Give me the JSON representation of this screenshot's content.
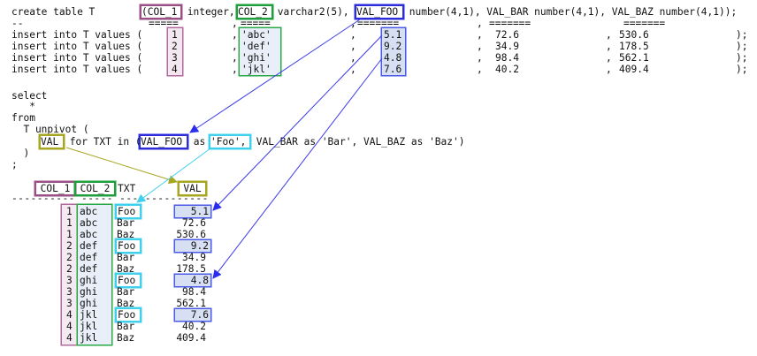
{
  "ddl": {
    "create_prefix": "create table T",
    "col1": "(COL_1",
    "col1_type": " integer,",
    "col2": "COL_2",
    "col2_type": " varchar2(5),",
    "valfoo": "VAL_FOO",
    "rest": " number(4,1), VAL_BAR number(4,1), VAL_BAZ number(4,1));",
    "comment": "--",
    "underline1": "=====",
    "underline2": "=====",
    "underline3": "=======",
    "underline4": "=======",
    "underline5": "=======",
    "insert_prefix": "insert into T values (",
    "comma": ",",
    "close": ");"
  },
  "inserts": [
    {
      "col1": "1",
      "col2": "'abc'",
      "foo": "5.1",
      "bar": "72.6",
      "baz": "530.6"
    },
    {
      "col1": "2",
      "col2": "'def'",
      "foo": "9.2",
      "bar": "34.9",
      "baz": "178.5"
    },
    {
      "col1": "3",
      "col2": "'ghi'",
      "foo": "4.8",
      "bar": "98.4",
      "baz": "562.1"
    },
    {
      "col1": "4",
      "col2": "'jkl'",
      "foo": "7.6",
      "bar": "40.2",
      "baz": "409.4"
    }
  ],
  "query": {
    "select": "select",
    "star": "   *",
    "from": "from",
    "unpivot": "  T unpivot (",
    "val": "VAL",
    "for_txt": " for TXT in (",
    "val_foo": "VAL_FOO",
    "as": " as ",
    "foo_lit": "'Foo',",
    "rest": " VAL_BAR as 'Bar', VAL_BAZ as 'Baz')",
    "close_paren": "  )",
    "semicolon": ";"
  },
  "result": {
    "headers": {
      "col1": "COL_1",
      "col2": "COL_2",
      "txt": "TXT",
      "val": "VAL"
    },
    "dashes": "---------- ----- --- ----------",
    "rows": [
      {
        "col1": "1",
        "col2": "abc",
        "txt": "Foo",
        "val": "5.1"
      },
      {
        "col1": "1",
        "col2": "abc",
        "txt": "Bar",
        "val": "72.6"
      },
      {
        "col1": "1",
        "col2": "abc",
        "txt": "Baz",
        "val": "530.6"
      },
      {
        "col1": "2",
        "col2": "def",
        "txt": "Foo",
        "val": "9.2"
      },
      {
        "col1": "2",
        "col2": "def",
        "txt": "Bar",
        "val": "34.9"
      },
      {
        "col1": "2",
        "col2": "def",
        "txt": "Baz",
        "val": "178.5"
      },
      {
        "col1": "3",
        "col2": "ghi",
        "txt": "Foo",
        "val": "4.8"
      },
      {
        "col1": "3",
        "col2": "ghi",
        "txt": "Bar",
        "val": "98.4"
      },
      {
        "col1": "3",
        "col2": "ghi",
        "txt": "Baz",
        "val": "562.1"
      },
      {
        "col1": "4",
        "col2": "jkl",
        "txt": "Foo",
        "val": "7.6"
      },
      {
        "col1": "4",
        "col2": "jkl",
        "txt": "Bar",
        "val": "40.2"
      },
      {
        "col1": "4",
        "col2": "jkl",
        "txt": "Baz",
        "val": "409.4"
      }
    ]
  },
  "colors": {
    "purple": "#9b4f86",
    "green": "#1e9e3c",
    "blue": "#2c2cd8",
    "cyan": "#3fd0ee",
    "olive": "#a6a620"
  }
}
